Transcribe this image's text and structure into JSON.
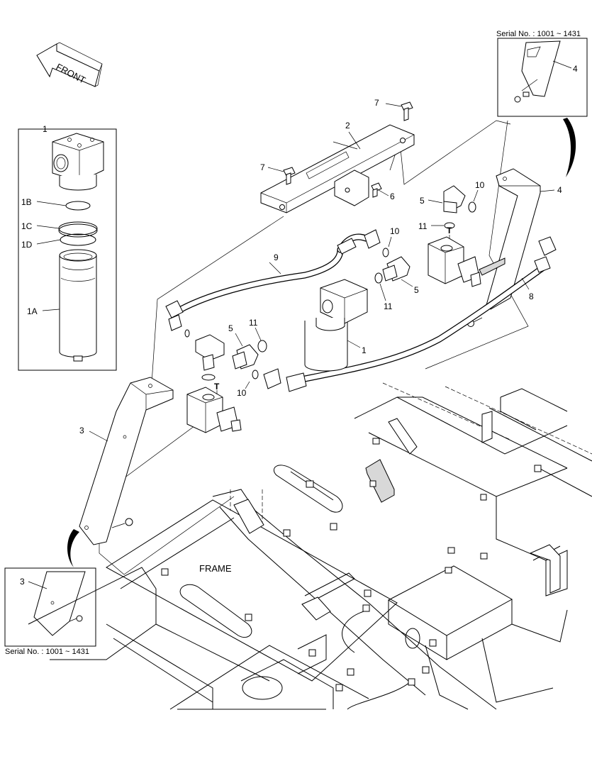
{
  "serial_top": "Serial No. : 1001 ~ 1431",
  "serial_bottom": "Serial No. : 1001 ~ 1431",
  "front_arrow_label": "FRONT",
  "frame_label": "FRAME",
  "callouts": {
    "c1_box": "1",
    "c1b": "1B",
    "c1c": "1C",
    "c1d": "1D",
    "c1a": "1A",
    "c2": "2",
    "c7_top": "7",
    "c7_mid": "7",
    "c6": "6",
    "c5_right": "5",
    "c10_right": "10",
    "c11_right": "11",
    "c4_main": "4",
    "c4_inset": "4",
    "c10_mid": "10",
    "c5_mid": "5",
    "c11_mid": "11",
    "c9": "9",
    "c8": "8",
    "c1_filter": "1",
    "c5_left": "5",
    "c11_left": "11",
    "c10_left": "10",
    "c3_main": "3",
    "c3_inset": "3",
    "t_right": "T",
    "t_left": "T"
  }
}
